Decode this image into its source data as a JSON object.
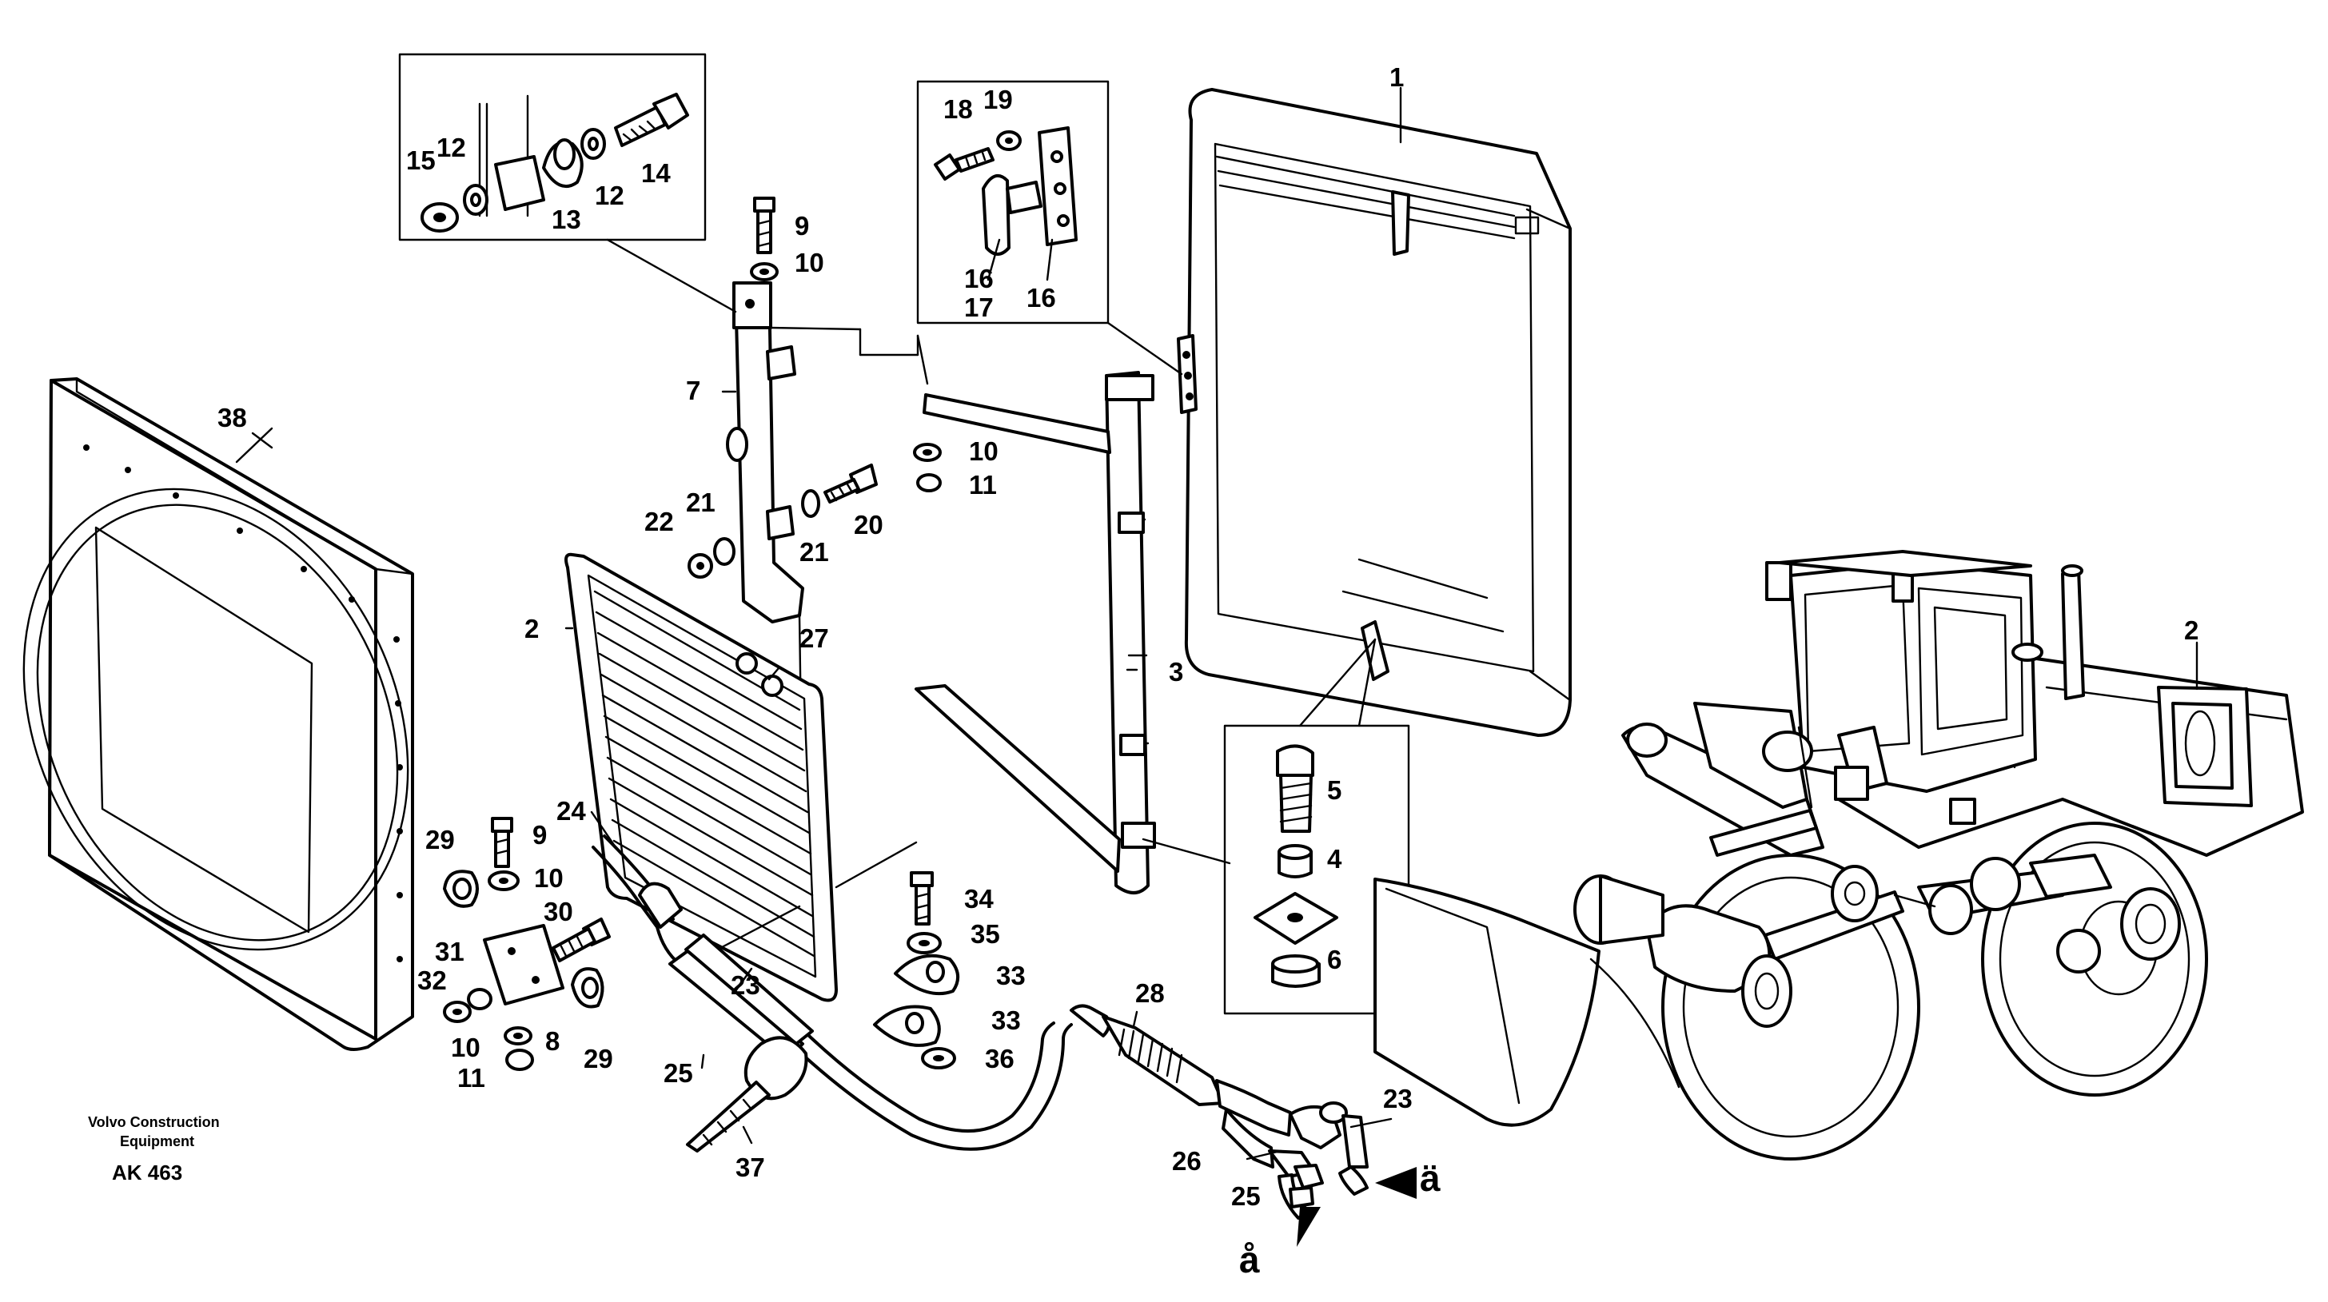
{
  "figure_id": "AK 463",
  "publisher_line1": "Volvo Construction",
  "publisher_line2": "Equipment",
  "arrow_labels": {
    "a_umlaut": "ä",
    "a_ring": "å"
  },
  "labels": {
    "n1": "1",
    "n2": "2",
    "n2b": "2",
    "n3": "3",
    "n4": "4",
    "n5": "5",
    "n6": "6",
    "n7": "7",
    "n8": "8",
    "n9a": "9",
    "n9b": "9",
    "n10a": "10",
    "n10b": "10",
    "n10c": "10",
    "n10d": "10",
    "n11a": "11",
    "n11b": "11",
    "n12a": "12",
    "n12b": "12",
    "n13": "13",
    "n14": "14",
    "n15": "15",
    "n16a": "16",
    "n16b": "16",
    "n17": "17",
    "n18": "18",
    "n19": "19",
    "n20": "20",
    "n21a": "21",
    "n21b": "21",
    "n22": "22",
    "n23a": "23",
    "n23b": "23",
    "n24": "24",
    "n25a": "25",
    "n25b": "25",
    "n26": "26",
    "n27": "27",
    "n28": "28",
    "n29a": "29",
    "n29b": "29",
    "n30": "30",
    "n31": "31",
    "n32": "32",
    "n33a": "33",
    "n33b": "33",
    "n34": "34",
    "n35": "35",
    "n36": "36",
    "n37": "37",
    "n38": "38"
  }
}
